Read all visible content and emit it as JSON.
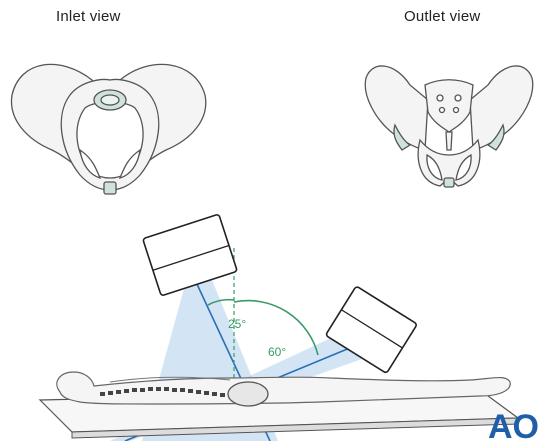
{
  "titles": {
    "inlet": "Inlet view",
    "outlet": "Outlet view"
  },
  "angles": {
    "inlet_deg": "25°",
    "outlet_deg": "60°"
  },
  "logo": "AO",
  "colors": {
    "bone_outline": "#555555",
    "bone_fill": "#f4f4f4",
    "cartilage": "#cfe3dc",
    "beam": "#9ec5e8",
    "beam_axis": "#2b6fb6",
    "angle_green": "#3a9a6a",
    "logo_blue": "#1f5ea8"
  }
}
